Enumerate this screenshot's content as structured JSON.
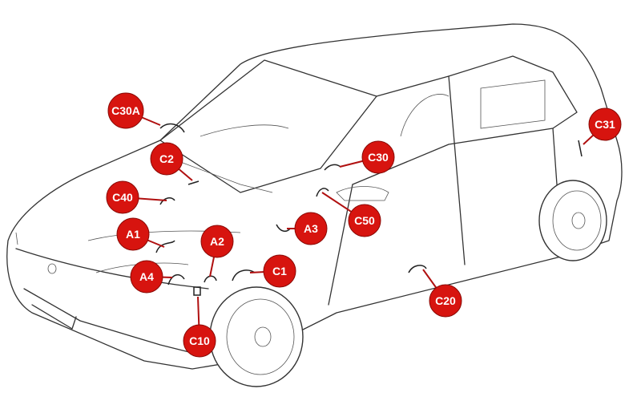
{
  "diagram": {
    "accent_color": "#d7140f",
    "labels": [
      {
        "id": "C30A",
        "text": "C30A"
      },
      {
        "id": "C2",
        "text": "C2"
      },
      {
        "id": "C40",
        "text": "C40"
      },
      {
        "id": "A1",
        "text": "A1"
      },
      {
        "id": "A4",
        "text": "A4"
      },
      {
        "id": "A2",
        "text": "A2"
      },
      {
        "id": "C10",
        "text": "C10"
      },
      {
        "id": "C1",
        "text": "C1"
      },
      {
        "id": "A3",
        "text": "A3"
      },
      {
        "id": "C50",
        "text": "C50"
      },
      {
        "id": "C30",
        "text": "C30"
      },
      {
        "id": "C31",
        "text": "C31"
      },
      {
        "id": "C20",
        "text": "C20"
      }
    ]
  }
}
